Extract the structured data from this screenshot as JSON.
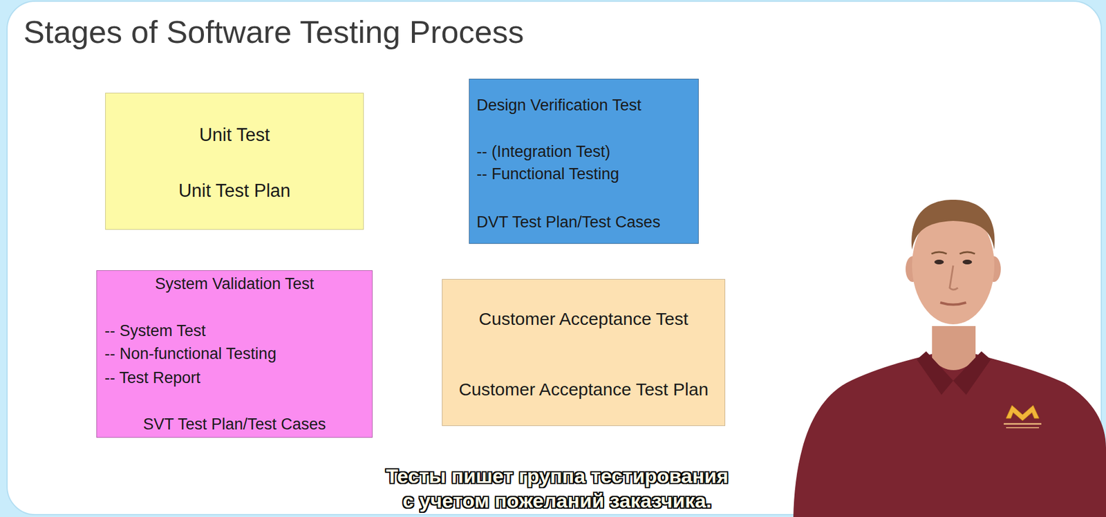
{
  "diagram": {
    "title": "Stages of Software Testing Process",
    "nodes": [
      {
        "text": [
          "Unit Test",
          "Unit Test Plan"
        ]
      },
      {
        "text": [
          "Design Verification Test",
          "-- (Integration Test)",
          "-- Functional Testing",
          "DVT Test Plan/Test Cases"
        ]
      },
      {
        "text": [
          "System Validation Test",
          "-- System Test",
          "-- Non-functional Testing",
          "-- Test Report",
          "SVT Test Plan/Test Cases"
        ]
      },
      {
        "text": [
          "Customer Acceptance Test",
          "Customer Acceptance Test Plan"
        ]
      }
    ],
    "labels": [
      "Тесты пишет группа тестирования",
      "с учетом пожеланий заказчика."
    ]
  }
}
